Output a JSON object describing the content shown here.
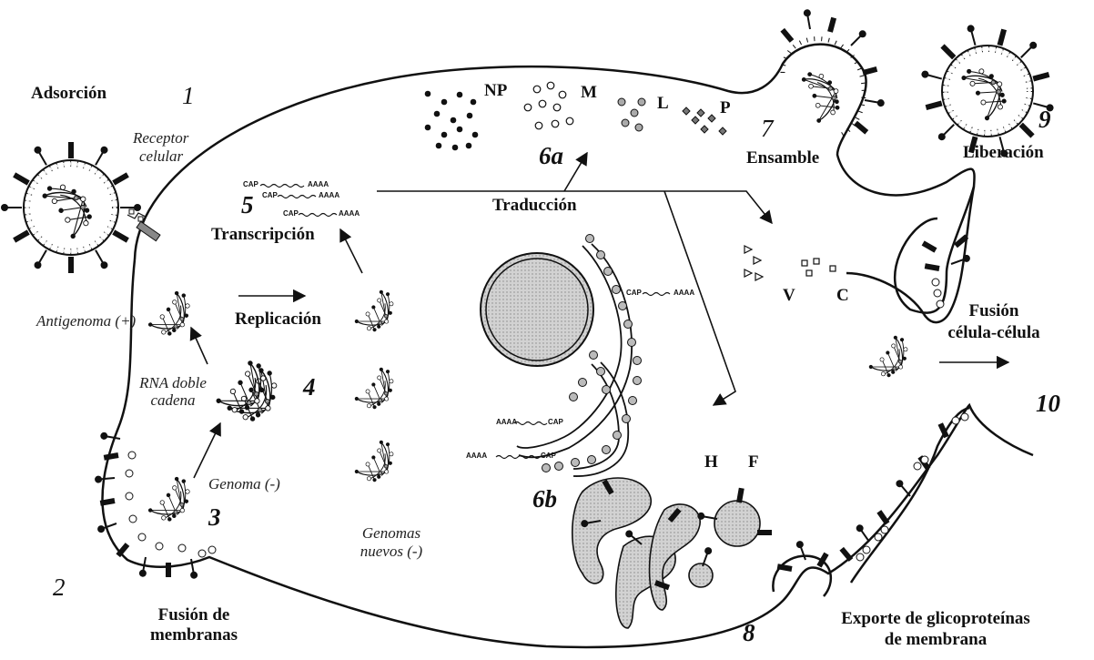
{
  "labels": {
    "adsorcion": "Adsorción",
    "receptor": "Receptor",
    "celular": "celular",
    "antigenoma": "Antigenoma (+)",
    "replicacion": "Replicación",
    "rna_doble": "RNA doble",
    "cadena": "cadena",
    "genoma": "Genoma (-)",
    "genomas": "Genomas",
    "nuevos": "nuevos (-)",
    "fusion_de": "Fusión de",
    "membranas": "membranas",
    "transcripcion": "Transcripción",
    "traduccion": "Traducción",
    "np": "NP",
    "m": "M",
    "l": "L",
    "p": "P",
    "v": "V",
    "c": "C",
    "h": "H",
    "f": "F",
    "ensamble": "Ensamble",
    "liberacion": "Liberación",
    "fusion": "Fusión",
    "celula_celula": "célula-célula",
    "exporte_1": "Exporte de glicoproteínas",
    "exporte_2": "de membrana"
  },
  "mrna": {
    "cap": "CAP",
    "polya": "AAAA"
  },
  "steps": {
    "s1": "1",
    "s2": "2",
    "s3": "3",
    "s4": "4",
    "s5": "5",
    "s6a": "6a",
    "s6b": "6b",
    "s7": "7",
    "s8": "8",
    "s9": "9",
    "s10": "10"
  }
}
